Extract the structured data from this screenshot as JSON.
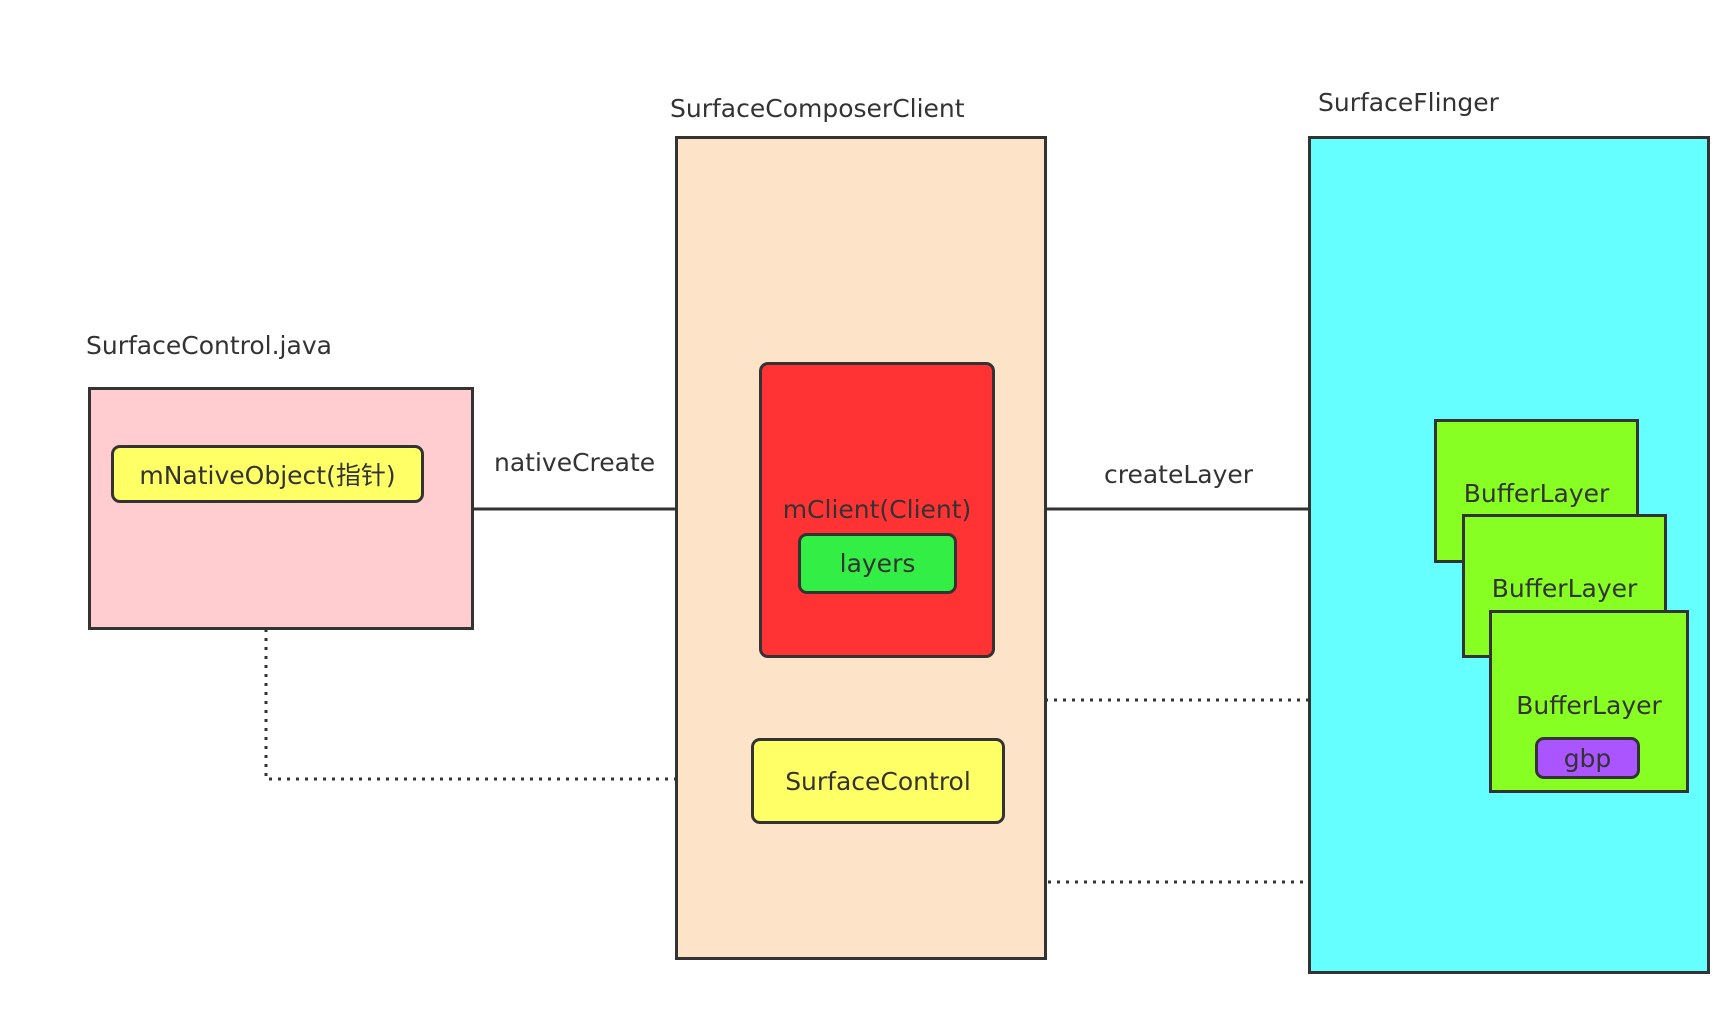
{
  "containers": {
    "surface_control_java": {
      "label": "SurfaceControl.java",
      "color": "#ffccd0"
    },
    "surface_composer_client": {
      "label": "SurfaceComposerClient",
      "color": "#fde3c8"
    },
    "surface_flinger": {
      "label": "SurfaceFlinger",
      "color": "#66ffff"
    }
  },
  "nodes": {
    "m_native_object": {
      "label": "mNativeObject(指针)",
      "color": "#ffff66"
    },
    "m_client": {
      "label": "mClient(Client)",
      "color": "#ff3333"
    },
    "layers": {
      "label": "layers",
      "color": "#33ee44"
    },
    "surface_control": {
      "label": "SurfaceControl",
      "color": "#ffff66"
    },
    "buffer_layers": [
      {
        "label": "BufferLayer"
      },
      {
        "label": "BufferLayer"
      },
      {
        "label": "BufferLayer"
      }
    ],
    "buffer_layer_color": "#88ff22",
    "gbp": {
      "label": "gbp",
      "color": "#aa55ff"
    }
  },
  "edges": {
    "native_create": {
      "label": "nativeCreate"
    },
    "create_layer": {
      "label": "createLayer"
    }
  }
}
